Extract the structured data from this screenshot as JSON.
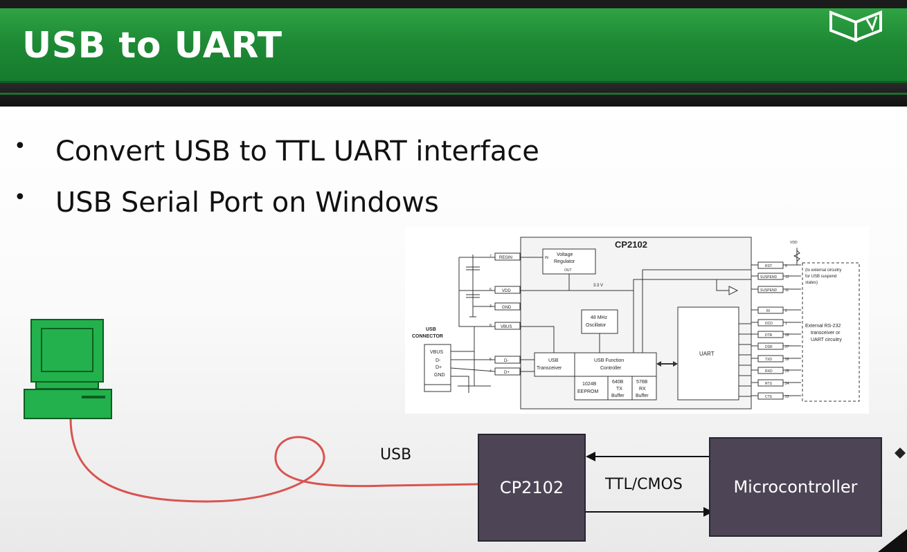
{
  "slide": {
    "title": "USB to UART",
    "bullets": [
      "Convert USB to TTL UART interface",
      "USB Serial Port on Windows"
    ]
  },
  "block_diagram": {
    "chip_title": "CP2102",
    "regin": "REGIN",
    "vdd": "VDD",
    "gnd": "GND",
    "vbus": "VBUS",
    "dminus": "D-",
    "dplus": "D+",
    "usb_connector": [
      "USB",
      "CONNECTOR"
    ],
    "connector_pins": [
      "VBUS",
      "D-",
      "D+",
      "GND"
    ],
    "pin_numbers_left": [
      "7",
      "6",
      "3",
      "8",
      "5",
      "4"
    ],
    "regulator": [
      "Voltage",
      "Regulator"
    ],
    "reg_in": "IN",
    "reg_out": "OUT",
    "v33": "3.3 V",
    "oscillator": [
      "48 MHz",
      "Oscillator"
    ],
    "transceiver": [
      "USB",
      "Transceiver"
    ],
    "function_controller": [
      "USB Function",
      "Controller"
    ],
    "eeprom": [
      "1024B",
      "EEPROM"
    ],
    "tx_buffer": [
      "640B",
      "TX",
      "Buffer"
    ],
    "rx_buffer": [
      "576B",
      "RX",
      "Buffer"
    ],
    "uart": "UART",
    "vdd_top": "VDD",
    "right_pins": [
      "RST",
      "SUSPEND",
      "SUSPEND",
      "RI",
      "DCD",
      "DTR",
      "DSR",
      "TXD",
      "RXD",
      "RTS",
      "CTS"
    ],
    "right_pin_numbers": [
      "9",
      "12",
      "11",
      "2",
      "1",
      "28",
      "27",
      "26",
      "25",
      "24",
      "23"
    ],
    "suspend_note": [
      "(to external circuitry",
      "for USB suspend",
      "states)"
    ],
    "rs232_note": [
      "External RS-232",
      "transceiver or",
      "UART circuitry"
    ]
  },
  "overview": {
    "usb_label": "USB",
    "chip_label": "CP2102",
    "link_label": "TTL/CMOS",
    "mcu_label": "Microcontroller"
  },
  "colors": {
    "title_green": "#1e8a35",
    "pc_green": "#22b14c",
    "cable_red": "#d9534f",
    "box_fill": "#4d4555"
  }
}
